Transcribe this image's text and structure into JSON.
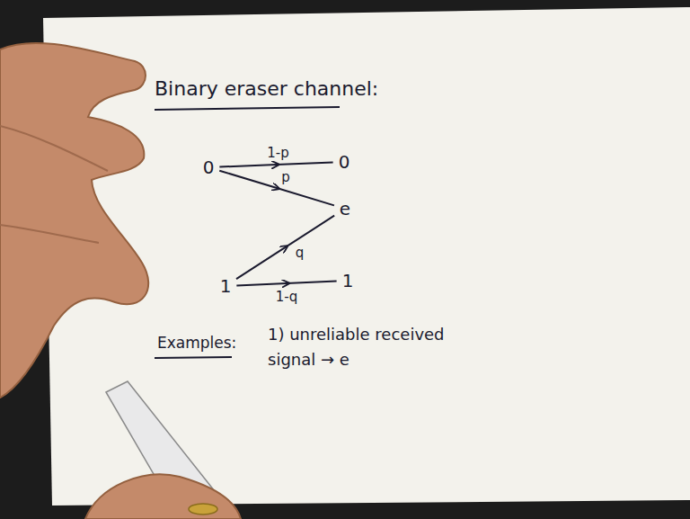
{
  "diagram": {
    "title": "Binary eraser channel:",
    "nodes": [
      {
        "text": [
          "0"
        ]
      },
      {
        "text": [
          "0"
        ]
      },
      {
        "text": [
          "e"
        ]
      },
      {
        "text": [
          "1"
        ]
      },
      {
        "text": [
          "1"
        ]
      }
    ],
    "edges": [
      {
        "from": 0,
        "to": 1,
        "arrow": "to",
        "label": "1-p"
      },
      {
        "from": 0,
        "to": 2,
        "arrow": "to",
        "label": "p"
      },
      {
        "from": 3,
        "to": 2,
        "arrow": "to",
        "label": "q"
      },
      {
        "from": 3,
        "to": 4,
        "arrow": "to",
        "label": "1-q"
      }
    ],
    "labels": [
      "Examples:",
      "1) unreliable received signal → e"
    ]
  }
}
